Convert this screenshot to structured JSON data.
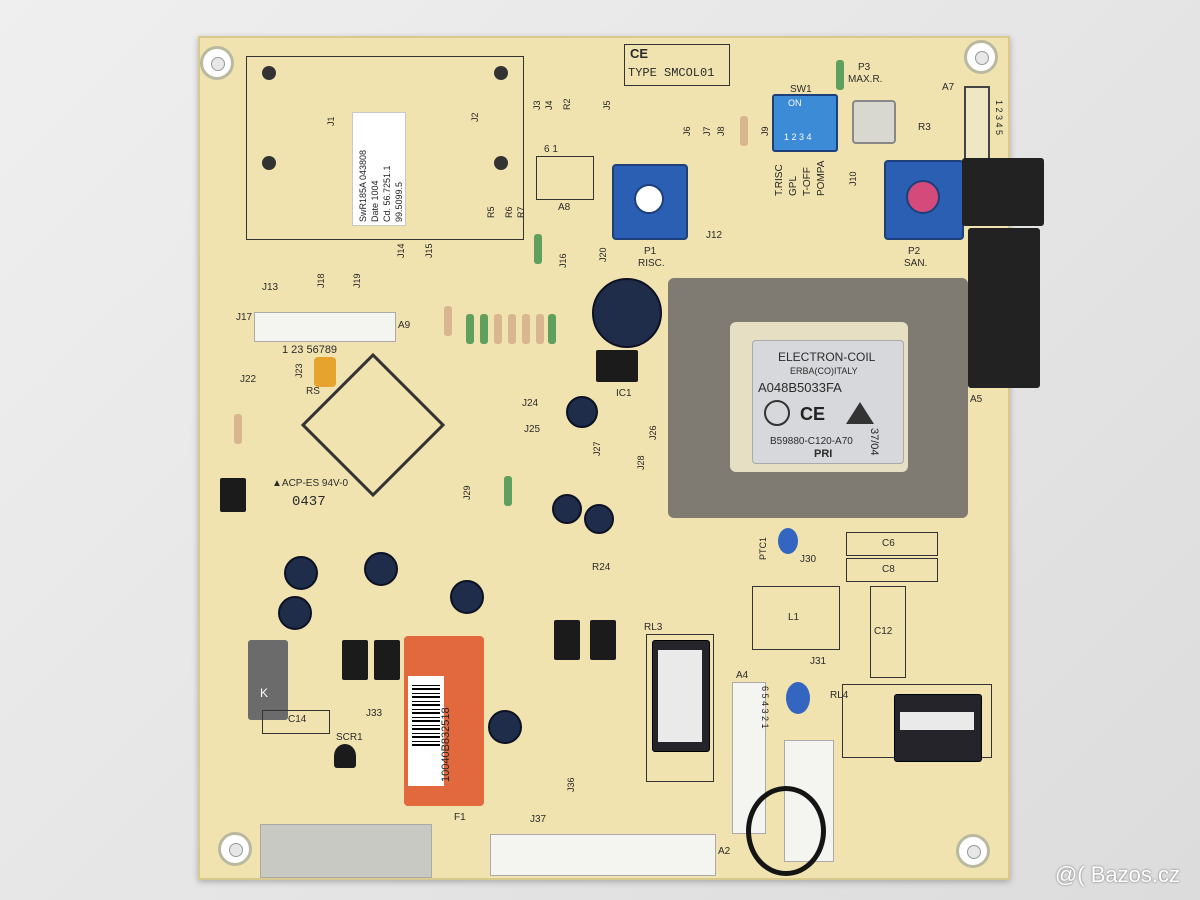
{
  "photo": {
    "subject": "electronic control board",
    "watermark": "@( Bazos.cz"
  },
  "board_text": {
    "type_label": "TYPE SMCOL01",
    "ce_mark": "CE",
    "sticker_left": [
      "SwR185A   043808",
      "Date 1004",
      "Cd. 56.7251.1",
      "99.5099.5"
    ],
    "transformer_brand": "ELECTRON-COIL",
    "transformer_origin": "ERBA(CO)ITALY",
    "transformer_code": "A048B5033FA",
    "transformer_date": "37/04",
    "transformer_sub": "B59880-C120-A70",
    "transformer_pri": "PRI",
    "barcode_number": "10040B832518",
    "acp": "▲ACP-ES 94V-0",
    "date_code": "0437",
    "sw1": "SW1",
    "sw1_on": "ON",
    "sw1_numbers": "1 2 3 4",
    "p1": "P1",
    "p1_risc": "RISC.",
    "p2": "P2",
    "p2_san": "SAN.",
    "p3": "P3",
    "p3_max": "MAX.R.",
    "t_risc": "T.RISC",
    "gpl": "GPL",
    "t_off": "T-OFF",
    "pompa": "POMPA",
    "a9_pins": "1 23  56789",
    "labels": {
      "j1": "J1",
      "j2": "J2",
      "j3": "J3",
      "j4": "J4",
      "j5": "J5",
      "j6": "J6",
      "j7": "J7",
      "j8": "J8",
      "j9": "J9",
      "j10": "J10",
      "j12": "J12",
      "j13": "J13",
      "j14": "J14",
      "j15": "J15",
      "j16": "J16",
      "j17": "J17",
      "j18": "J18",
      "j19": "J19",
      "j20": "J20",
      "j22": "J22",
      "j23": "J23",
      "j24": "J24",
      "j25": "J25",
      "j26": "J26",
      "j27": "J27",
      "j28": "J28",
      "j29": "J29",
      "j30": "J30",
      "j31": "J31",
      "j33": "J33",
      "j36": "J36",
      "j37": "J37",
      "r2": "R2",
      "r3": "R3",
      "r5": "R5",
      "r6": "R6",
      "r7": "R7",
      "r24": "R24",
      "rs": "RS",
      "a2": "A2",
      "a4": "A4",
      "a5": "A5",
      "a7": "A7",
      "a8": "A8",
      "a9": "A9",
      "c6": "C6",
      "c8": "C8",
      "c12": "C12",
      "c14": "C14",
      "ic1": "IC1",
      "l1": "L1",
      "ptc1": "PTC1",
      "rl3": "RL3",
      "rl4": "RL4",
      "scr1": "SCR1",
      "f1": "F1",
      "a7_pins": "1 2 3 4 5",
      "a8_pins": "6          1",
      "a4_pins": "6 5 4 3 2 1",
      "k": "K"
    }
  }
}
